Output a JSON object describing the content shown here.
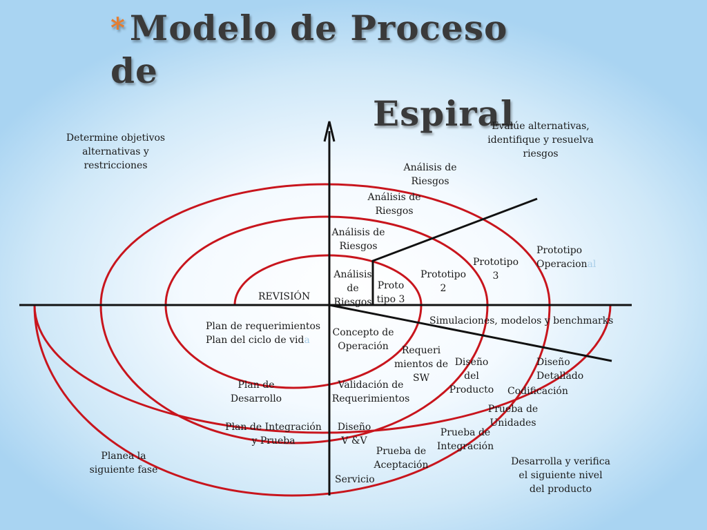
{
  "title": {
    "bullet": "*",
    "line1": "Modelo de Proceso de",
    "line2": "Espiral"
  },
  "colors": {
    "spiral": "#c8151d",
    "axes": "#111111",
    "title_bullet": "#e57d2f"
  },
  "quadrants": {
    "top_left": "Determine objetivos\nalternativas y\nrestricciones",
    "top_right": "Evalúe alternativas,\nidentifique y resuelva\nriesgos",
    "bottom_left": "Planea la\nsiguiente fase",
    "bottom_right": "Desarrolla y verifica\nel siguiente nivel\ndel producto"
  },
  "risk_analysis": [
    "Análisis de\nRiesgos",
    "Análisis de\nRiesgos",
    "Análisis de\nRiesgos",
    "Análisis\nde\nRiesgos"
  ],
  "prototypes": {
    "p1": "Proto\ntipo 3",
    "p2": "Prototipo\n2",
    "p3": "Prototipo\n3",
    "operational_main": "Prototipo\nOperacion",
    "operational_faded": "al"
  },
  "labels": {
    "revision": "REVISIÓN",
    "simulations": "Simulaciones, modelos y benchmarks",
    "plan_requirements_main": "Plan de requerimientos\nPlan del ciclo de vid",
    "plan_requirements_faded": "a",
    "concept": "Concepto de\nOperación",
    "sw_requirements": "Requeri\nmientos de\nSW",
    "product_design": "Diseño\ndel\nProducto",
    "detailed_design": "Diseño\nDetallado",
    "coding": "Codificación",
    "plan_development": "Plan de\nDesarrollo",
    "validation": "Validación de\nRequerimientos",
    "unit_test": "Prueba de\nUnidades",
    "plan_integration": "Plan de Integración\ny Prueba",
    "design_vv": "Diseño\nV &V",
    "integration_test": "Prueba de\nIntegración",
    "acceptance_test": "Prueba de\nAceptación",
    "service": "Servicio"
  }
}
